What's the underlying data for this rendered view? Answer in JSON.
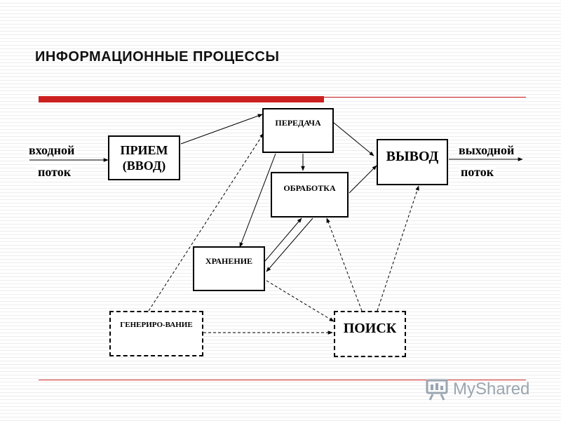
{
  "title": "ИНФОРМАЦИОННЫЕ  ПРОЦЕССЫ",
  "labels": {
    "input_line1": "входной",
    "input_line2": "поток",
    "output_line1": "выходной",
    "output_line2": "поток"
  },
  "nodes": {
    "priem_line1": "ПРИЕМ",
    "priem_line2": "(ВВОД)",
    "peredacha": "ПЕРЕДАЧА",
    "obrabotka": "ОБРАБОТКА",
    "vyvod": "ВЫВОД",
    "hranenie": "ХРАНЕНИЕ",
    "generirovanie": "ГЕНЕРИРО-ВАНИЕ",
    "poisk": "ПОИСК"
  },
  "watermark": "MyShared",
  "colors": {
    "accent": "#cc1f1f",
    "watermark": "#9aa5b0"
  }
}
